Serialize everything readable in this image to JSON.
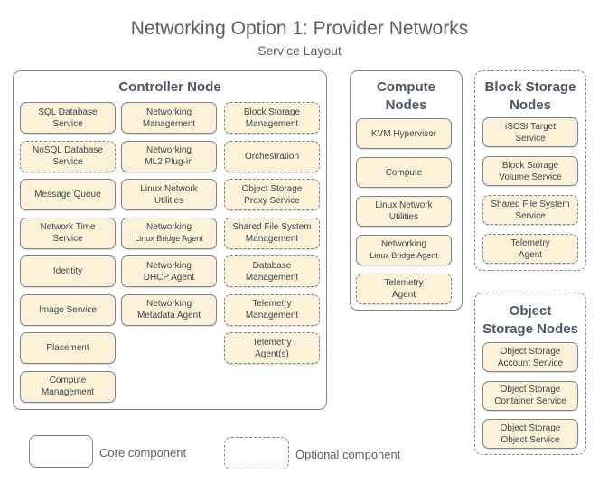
{
  "title": "Networking Option 1: Provider Networks",
  "subtitle": "Service Layout",
  "controller": {
    "title": "Controller Node",
    "col1": [
      {
        "label": "SQL Database\nService",
        "type": "core"
      },
      {
        "label": "NoSQL Database\nService",
        "type": "optional"
      },
      {
        "label": "Message Queue",
        "type": "core"
      },
      {
        "label": "Network Time\nService",
        "type": "core"
      },
      {
        "label": "Identity",
        "type": "core"
      },
      {
        "label": "Image Service",
        "type": "core"
      },
      {
        "label": "Placement",
        "type": "core"
      },
      {
        "label": "Compute\nManagement",
        "type": "core"
      }
    ],
    "col2": [
      {
        "label": "Networking\nManagement",
        "type": "core"
      },
      {
        "label": "Networking\nML2 Plug-in",
        "type": "core"
      },
      {
        "label": "Linux Network\nUtilities",
        "type": "core"
      },
      {
        "label1": "Networking",
        "label2": "Linux Bridge Agent",
        "type": "core"
      },
      {
        "label": "Networking\nDHCP Agent",
        "type": "core"
      },
      {
        "label": "Networking\nMetadata Agent",
        "type": "core"
      }
    ],
    "col3": [
      {
        "label": "Block Storage\nManagement",
        "type": "optional"
      },
      {
        "label": "Orchestration",
        "type": "optional"
      },
      {
        "label": "Object Storage\nProxy Service",
        "type": "optional"
      },
      {
        "label": "Shared File System\nManagement",
        "type": "optional"
      },
      {
        "label": "Database\nManagement",
        "type": "optional"
      },
      {
        "label": "Telemetry\nManagement",
        "type": "optional"
      },
      {
        "label": "Telemetry\nAgent(s)",
        "type": "optional"
      }
    ]
  },
  "compute": {
    "title": "Compute\nNodes",
    "items": [
      {
        "label": "KVM Hypervisor",
        "type": "core"
      },
      {
        "label": "Compute",
        "type": "core"
      },
      {
        "label": "Linux Network\nUtilities",
        "type": "core"
      },
      {
        "label1": "Networking",
        "label2": "Linux Bridge Agent",
        "type": "core"
      },
      {
        "label": "Telemetry\nAgent",
        "type": "optional"
      }
    ]
  },
  "block": {
    "title": "Block Storage\nNodes",
    "items": [
      {
        "label": "iSCSI Target\nService",
        "type": "core"
      },
      {
        "label": "Block Storage\nVolume Service",
        "type": "core"
      },
      {
        "label": "Shared File System\nService",
        "type": "optional"
      },
      {
        "label": "Telemetry\nAgent",
        "type": "optional"
      }
    ]
  },
  "object": {
    "title": "Object\nStorage Nodes",
    "items": [
      {
        "label": "Object Storage\nAccount Service",
        "type": "core"
      },
      {
        "label": "Object Storage\nContainer Service",
        "type": "core"
      },
      {
        "label": "Object Storage\nObject Service",
        "type": "core"
      }
    ]
  },
  "legend": {
    "core": "Core component",
    "optional": "Optional component"
  },
  "colors": {
    "component_fill": "#fdf1d7",
    "border": "#7d858c",
    "text": "#4a5663"
  }
}
